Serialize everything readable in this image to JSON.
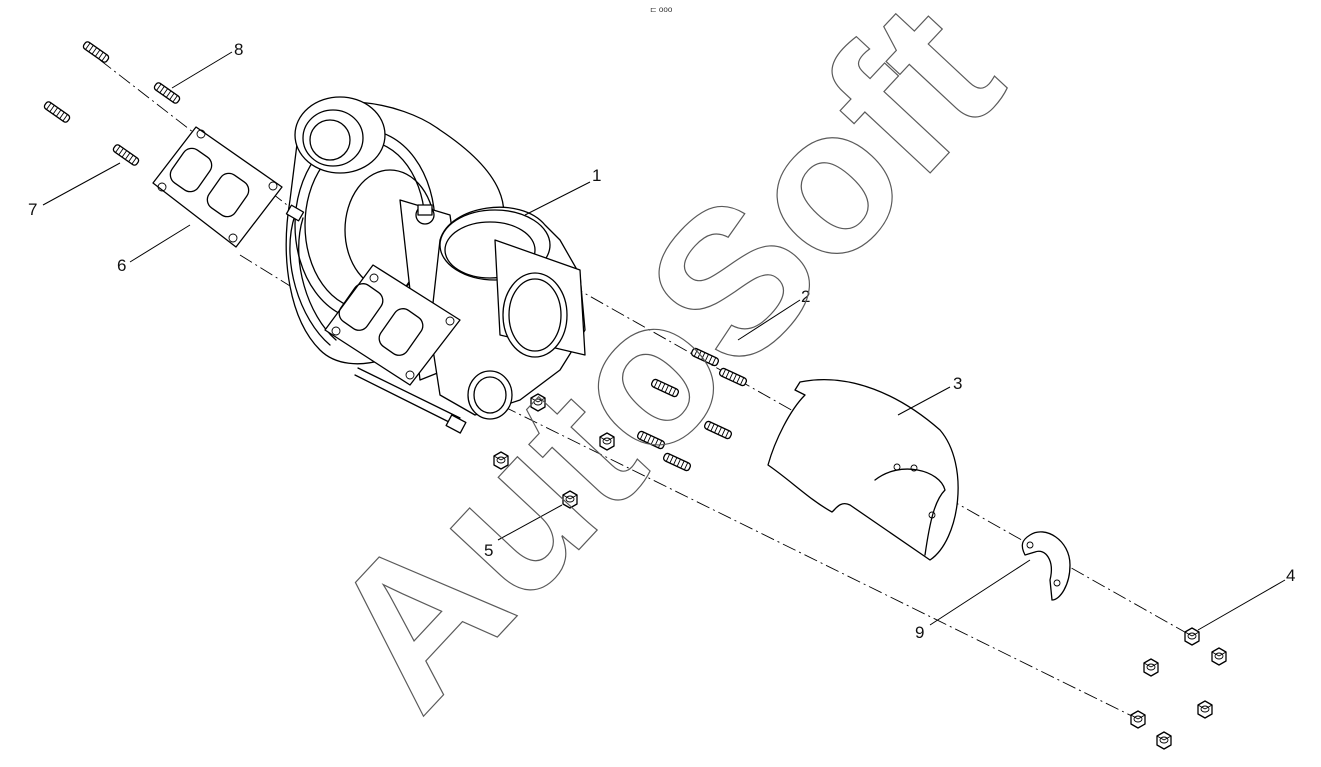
{
  "header_mark": "⊏ ooo",
  "watermark": "AutoSoft",
  "callouts": [
    {
      "id": "1",
      "label": "1"
    },
    {
      "id": "2",
      "label": "2"
    },
    {
      "id": "3",
      "label": "3"
    },
    {
      "id": "4",
      "label": "4"
    },
    {
      "id": "5",
      "label": "5"
    },
    {
      "id": "6",
      "label": "6"
    },
    {
      "id": "7",
      "label": "7"
    },
    {
      "id": "8",
      "label": "8"
    },
    {
      "id": "9",
      "label": "9"
    }
  ],
  "parts": {
    "turbocharger": "1",
    "stud": "2",
    "heat_shield": "3",
    "nut_outlet": "4",
    "nut_inlet": "5",
    "gasket": "6",
    "stud_small": "7",
    "stud_top": "8",
    "bracket": "9"
  }
}
